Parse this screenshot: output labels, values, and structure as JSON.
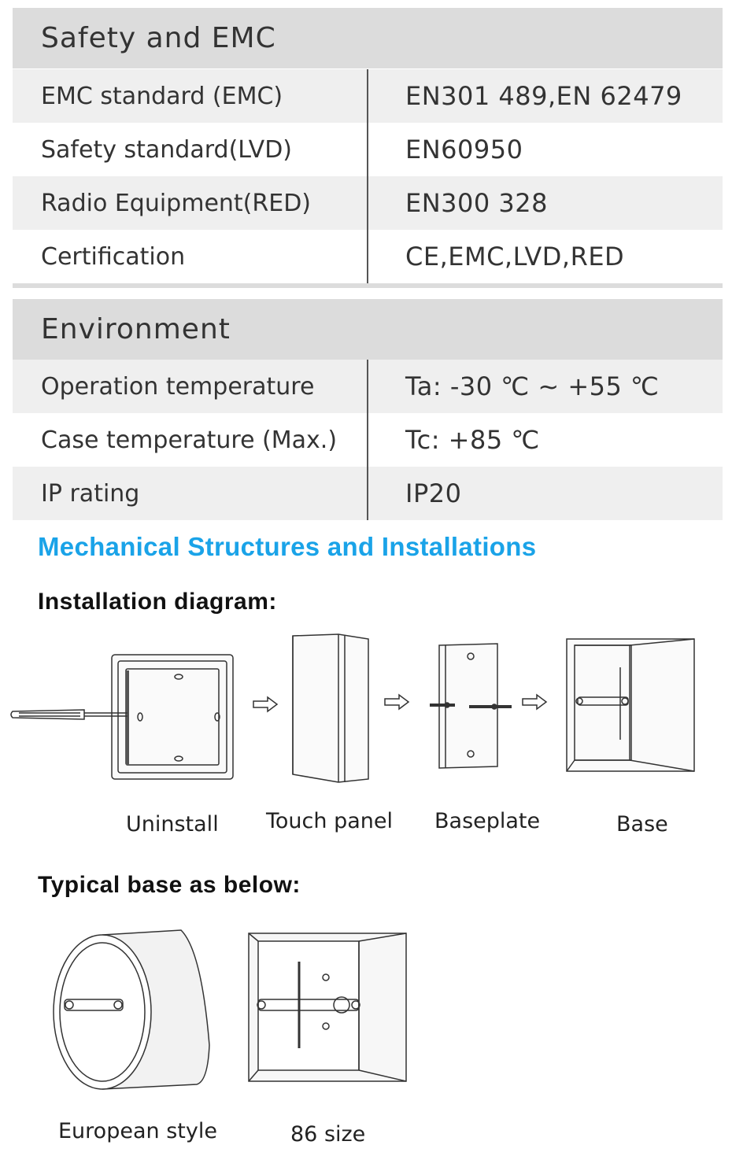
{
  "safety": {
    "title": "Safety and EMC",
    "rows": [
      {
        "key": "EMC standard (EMC)",
        "value": "EN301 489,EN 62479"
      },
      {
        "key": "Safety standard(LVD)",
        "value": "EN60950"
      },
      {
        "key": "Radio Equipment(RED)",
        "value": "EN300 328"
      },
      {
        "key": "Certification",
        "value": "CE,EMC,LVD,RED"
      }
    ]
  },
  "environment": {
    "title": "Environment",
    "rows": [
      {
        "key": "Operation temperature",
        "value": "Ta: -30 ℃ ~ +55 ℃"
      },
      {
        "key": "Case temperature (Max.)",
        "value": "Tc: +85 ℃"
      },
      {
        "key": "IP rating",
        "value": "IP20"
      }
    ]
  },
  "mechanical": {
    "title": "Mechanical Structures and Installations",
    "installation_title": "Installation diagram:",
    "installation_captions": [
      "Uninstall",
      "Touch panel",
      "Baseplate",
      "Base"
    ],
    "typical_title": "Typical base as below:",
    "typical_captions": [
      "European style",
      "86 size"
    ]
  },
  "colors": {
    "accent": "#1aa3e8",
    "header_gray": "#dcdcdc",
    "row_shade": "#efefef"
  }
}
